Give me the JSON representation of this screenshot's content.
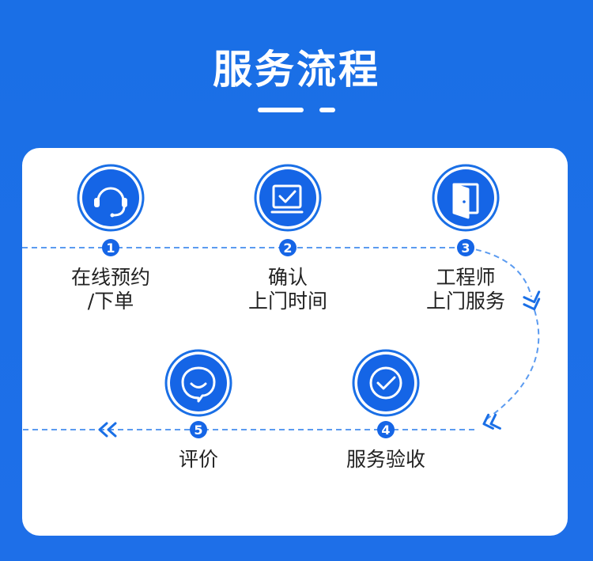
{
  "title": "服务流程",
  "colors": {
    "primary": "#1a6fe6",
    "circle": "#1565e6",
    "dash": "#5b9bf0",
    "text": "#222222"
  },
  "steps": [
    {
      "number": "1",
      "label": "在线预约\n/下单",
      "icon": "headset-icon"
    },
    {
      "number": "2",
      "label": "确认\n上门时间",
      "icon": "checkbox-icon"
    },
    {
      "number": "3",
      "label": "工程师\n上门服务",
      "icon": "door-icon"
    },
    {
      "number": "4",
      "label": "服务验收",
      "icon": "check-circle-icon"
    },
    {
      "number": "5",
      "label": "评价",
      "icon": "chat-smile-icon"
    }
  ]
}
